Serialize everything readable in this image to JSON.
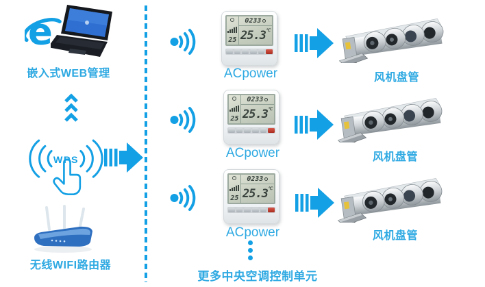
{
  "colors": {
    "blue": "#14A0E4",
    "text_blue": "#2EA9E2",
    "lcd_background": "#C6CEC0",
    "lcd_text": "#39423C",
    "red_button": "#A72C1F"
  },
  "left": {
    "web_label": "嵌入式WEB管理",
    "wps_label": "WPS",
    "router_label": "无线WIFI路由器"
  },
  "rows": [
    {
      "controller_label": "ACpower",
      "fan_label": "风机盘管",
      "thermostat": {
        "time": "0233",
        "temp": "25.3",
        "unit": "℃",
        "setpoint": "25"
      }
    },
    {
      "controller_label": "ACpower",
      "fan_label": "风机盘管",
      "thermostat": {
        "time": "0233",
        "temp": "25.3",
        "unit": "℃",
        "setpoint": "25"
      }
    },
    {
      "controller_label": "ACpower",
      "fan_label": "风机盘管",
      "thermostat": {
        "time": "0233",
        "temp": "25.3",
        "unit": "℃",
        "setpoint": "25"
      }
    }
  ],
  "footer": {
    "more_label": "更多中央空调控制单元"
  },
  "icons": {
    "browser": "internet-explorer-icon",
    "computer": "laptop-icon",
    "up_flow": "chevron-up-icon",
    "wps": "wps-signal-icon",
    "hand": "hand-pointer-icon",
    "flow_arrow": "arrow-right-icon",
    "router": "wifi-router-icon",
    "wireless": "wifi-signal-icon",
    "more": "ellipsis-vertical-icon"
  }
}
